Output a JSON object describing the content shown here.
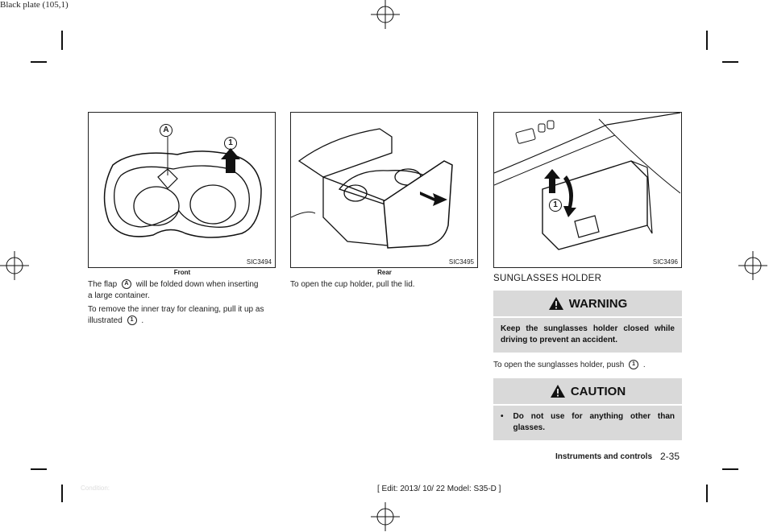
{
  "header": {
    "plate_label": "Black plate (105,1)"
  },
  "figures": [
    {
      "code": "SIC3494",
      "caption": "Front",
      "callout_a": "A",
      "callout_1": "1"
    },
    {
      "code": "SIC3495",
      "caption": "Rear"
    },
    {
      "code": "SIC3496",
      "callout_1": "1"
    }
  ],
  "left_column": {
    "p1_before": "The flap",
    "p1_marker": "A",
    "p1_after": "will be folded down when inserting",
    "p1_line2": "a large container.",
    "p2_line1": "To remove the inner tray for cleaning, pull it up as",
    "p2_before": "illustrated",
    "p2_marker": "1",
    "p2_after": "."
  },
  "middle_column": {
    "p1": "To open the cup holder, pull the lid."
  },
  "right_column": {
    "heading": "SUNGLASSES HOLDER",
    "warning": {
      "title": "WARNING",
      "text": "Keep the sunglasses holder closed while driving to prevent an accident."
    },
    "p1_before": "To open the sunglasses holder, push",
    "p1_marker": "1",
    "p1_after": ".",
    "caution": {
      "title": "CAUTION",
      "bullet": "•",
      "text": "Do not use for anything other than glasses."
    }
  },
  "footer": {
    "section": "Instruments and controls",
    "page": "2-35",
    "condition": "Condition:",
    "edit": "[ Edit: 2013/ 10/ 22   Model:  S35-D ]"
  },
  "colors": {
    "notice_bg": "#d9d9d9",
    "ink": "#1a1a1a"
  },
  "icons": [
    "warning-triangle-icon",
    "registration-mark-icon"
  ]
}
